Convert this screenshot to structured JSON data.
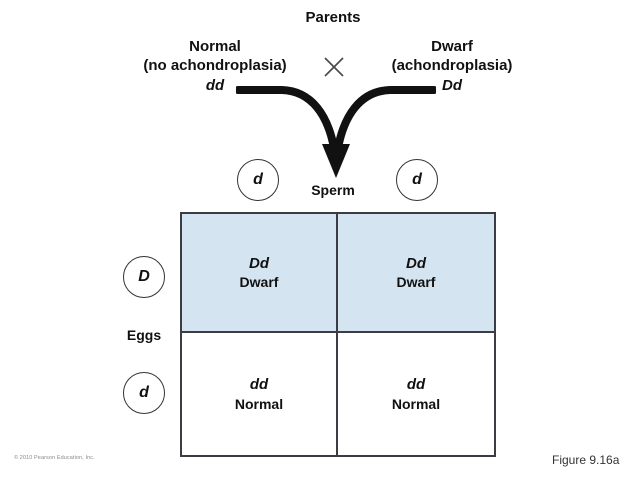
{
  "figure": {
    "parents_title": "Parents",
    "cross_symbol": "×",
    "sperm_label": "Sperm",
    "eggs_label": "Eggs",
    "caption": "Figure 9.16a",
    "copyright": "© 2010 Pearson Education, Inc.",
    "shaded_cell_color": "#d4e4f1",
    "border_color": "#3c3c44"
  },
  "parents": [
    {
      "phenotype": "Normal",
      "condition": "(no achondroplasia)",
      "genotype": "dd"
    },
    {
      "phenotype": "Dwarf",
      "condition": "(achondroplasia)",
      "genotype": "Dd"
    }
  ],
  "gametes": {
    "sperm": [
      {
        "allele": "d"
      },
      {
        "allele": "d"
      }
    ],
    "eggs": [
      {
        "allele": "D"
      },
      {
        "allele": "d"
      }
    ]
  },
  "punnett_square": {
    "rows": [
      {
        "shaded": true,
        "cells": [
          {
            "genotype": "Dd",
            "phenotype": "Dwarf"
          },
          {
            "genotype": "Dd",
            "phenotype": "Dwarf"
          }
        ]
      },
      {
        "shaded": false,
        "cells": [
          {
            "genotype": "dd",
            "phenotype": "Normal"
          },
          {
            "genotype": "dd",
            "phenotype": "Normal"
          }
        ]
      }
    ]
  }
}
